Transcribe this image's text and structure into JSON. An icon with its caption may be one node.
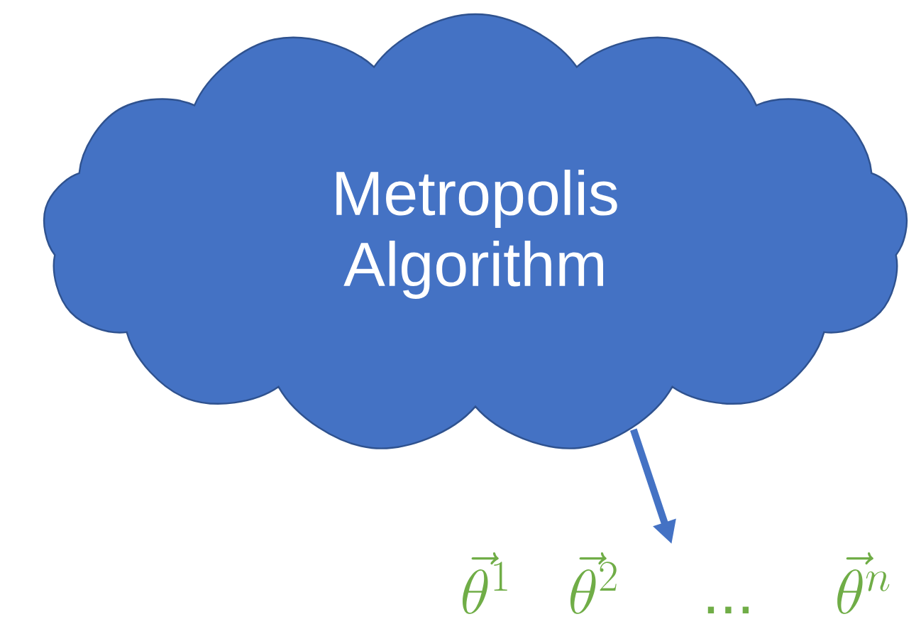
{
  "diagram": {
    "nodes": [
      {
        "text": [
          "Metropolis Algorithm"
        ]
      },
      {
        "text": [
          "\\vec{\\theta}^{1}",
          "\\vec{\\theta}^{2}",
          "...",
          "\\vec{\\theta}^{n}"
        ]
      }
    ],
    "edges": [
      {
        "from": 0,
        "to": 1,
        "arrow": "to"
      }
    ]
  }
}
